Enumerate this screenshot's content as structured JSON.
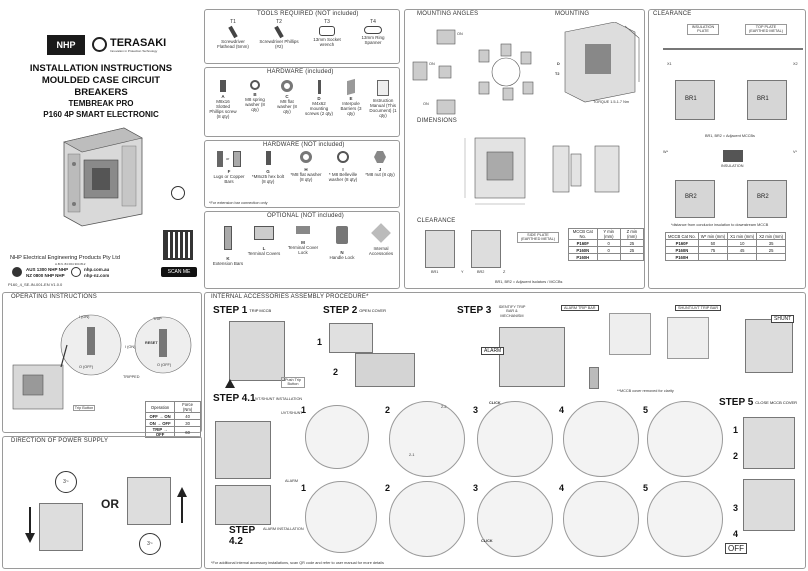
{
  "cover": {
    "nhp_logo": "NHP",
    "brand": "TERASAKI",
    "brand_tagline": "Innovation in Protection Technology",
    "title_lines": [
      "INSTALLATION INSTRUCTIONS",
      "MOULDED CASE CIRCUIT",
      "BREAKERS",
      "TEMBREAK PRO",
      "P160 4P SMART ELECTRONIC"
    ],
    "company": "NHP Electrical Engineering Products Pty Ltd",
    "abn": "A.B.N. 84 004 304 812",
    "phone_au": "AUS 1300 NHP NHP",
    "phone_nz": "NZ  0800 NHP NHP",
    "web_au": "nhp.com.au",
    "web_nz": "nhp-nz.com",
    "scan_me": "SCAN ME",
    "doc_code": "P160_4_SE-IN-001-EN  V1.0.0"
  },
  "tools": {
    "header": "TOOLS REQUIRED (NOT included)",
    "items": [
      {
        "code": "T1",
        "text": "Screwdriver Flathead (5mm)"
      },
      {
        "code": "T2",
        "text": "Screwdriver Phillips (#2)"
      },
      {
        "code": "T3",
        "text": "13mm Socket wrench"
      },
      {
        "code": "T4",
        "text": "13mm Ring Spanner"
      }
    ]
  },
  "hardware_inc": {
    "header": "HARDWARE (included)",
    "items": [
      {
        "code": "A",
        "text": "M8x16 Slotted Phillips screw (8 qty)"
      },
      {
        "code": "B",
        "text": "M8 spring washer (8 qty)"
      },
      {
        "code": "C",
        "text": "M8 flat washer (8 qty)"
      },
      {
        "code": "D",
        "text": "M4x62 mounting screws (2 qty)"
      },
      {
        "code": "E",
        "text": "Interpole Barriers (3 qty)"
      },
      {
        "code": "",
        "text": "Instruction Manual (This Document) (1 qty)"
      }
    ]
  },
  "hardware_not": {
    "header": "HARDWARE (NOT included)",
    "or": "or",
    "items": [
      {
        "code": "F",
        "text": "Lugs or Copper Bars"
      },
      {
        "code": "G",
        "text": "*M8x25 hex bolt (8 qty)"
      },
      {
        "code": "H",
        "text": "*M8 flat washer (8 qty)"
      },
      {
        "code": "I",
        "text": "* M8 Belleville washer (8 qty)"
      },
      {
        "code": "J",
        "text": "*M8 nut (8 qty)"
      }
    ],
    "footnote": "*For extension bar connection only"
  },
  "optional": {
    "header": "OPTIONAL (NOT included)",
    "items": [
      {
        "code": "K",
        "text": "Extension Bars"
      },
      {
        "code": "L",
        "text": "Terminal Covers"
      },
      {
        "code": "M",
        "text": "Terminal Cover Lock"
      },
      {
        "code": "N",
        "text": "Handle Lock"
      },
      {
        "code": "",
        "text": "Internal Accessories"
      }
    ]
  },
  "mounting": {
    "angles_header": "MOUNTING ANGLES",
    "mounting_header": "MOUNTING",
    "on": "ON",
    "torque": "TORQUE 1.5-1.7 Nm",
    "t2": "T2",
    "d": "D",
    "dims_header": "DIMENSIONS"
  },
  "clearance": {
    "header": "CLEARANCE",
    "insulation_plate": "INSULATION PLATE",
    "top_plate": "TOP PLATE (EARTHED METAL)",
    "x1": "X1",
    "x2": "X2",
    "br1": "BR1",
    "br2": "BR2",
    "adjacent": "BR1, BR2 = Adjacent MCCBs",
    "insulation": "INSULATION",
    "w": "W*",
    "v": "V*",
    "note": "*distance from conductor insulation to downstream MCCB",
    "table_head": [
      "MCCB Cat No.",
      "W* min (mm)",
      "X1 min (mm)",
      "X2 min (mm)"
    ],
    "rows": [
      [
        "P160F",
        "50",
        "10",
        "35"
      ],
      [
        "P160N",
        "75",
        "45",
        "25"
      ],
      [
        "P160H",
        "",
        "",
        ""
      ]
    ]
  },
  "clearance2": {
    "header": "CLEARANCE",
    "side_plate": "SIDE PLATE (EARTHED METAL)",
    "table_head": [
      "MCCB Cat No.",
      "Y min (mm)",
      "Z min (mm)"
    ],
    "rows": [
      [
        "P160F",
        "0",
        "25"
      ],
      [
        "P160N",
        "0",
        "25"
      ],
      [
        "P160H",
        "",
        ""
      ]
    ],
    "note": "BR1, BR2 = Adjacent Isolators / MCCBs",
    "br1": "BR1",
    "br2": "BR2",
    "y": "Y",
    "z": "Z"
  },
  "operating": {
    "header": "OPERATING INSTRUCTIONS",
    "i_on": "I (ON)",
    "o_off": "O (OFF)",
    "tripped": "TRIPPED",
    "reset": "RESET",
    "trip": "TRIP",
    "trip_button": "Trip Button",
    "table_head": [
      "Operation",
      "Force (Nm)"
    ],
    "rows": [
      [
        "OFF → ON",
        "40"
      ],
      [
        "ON → OFF",
        "30"
      ],
      [
        "TRIP → OFF",
        "60"
      ]
    ]
  },
  "power": {
    "header": "DIRECTION OF POWER SUPPLY",
    "or": "OR",
    "symbol": "3~"
  },
  "assembly": {
    "header": "INTERNAL ACCESSORIES ASSEMBLY PROCEDURE*",
    "step1": "STEP 1",
    "step1_sub": "TRIP MCCB",
    "push_trip": "Push Trip Button",
    "step2": "STEP 2",
    "step2_sub": "OPEN COVER",
    "step3": "STEP 3",
    "step3_sub": "IDENTIFY TRIP BAR & MECHANISM",
    "alarm_trip_bar": "ALARM TRIP BAR",
    "shunt_trip_bar": "SHUNT/UVT TRIP BAR",
    "alarm": "ALARM",
    "shunt": "SHUNT",
    "cover_note": "**MCCB cover removed for clarity",
    "step41": "STEP 4.1",
    "step41_sub": "UVT/SHUNT INSTALLATION",
    "uvt_shunt": "UVT/SHUNT",
    "step42": "STEP 4.2",
    "step42_sub": "ALARM INSTALLATION",
    "alarm_lbl": "ALARM",
    "step5": "STEP 5",
    "step5_sub": "CLOSE MCCB COVER",
    "off": "OFF",
    "click": "CLICK",
    "two_two": "2-2",
    "two_one": "2-1",
    "footnote": "*For additional internal accessory installations, scan QR code and refer to user manual for more details"
  }
}
